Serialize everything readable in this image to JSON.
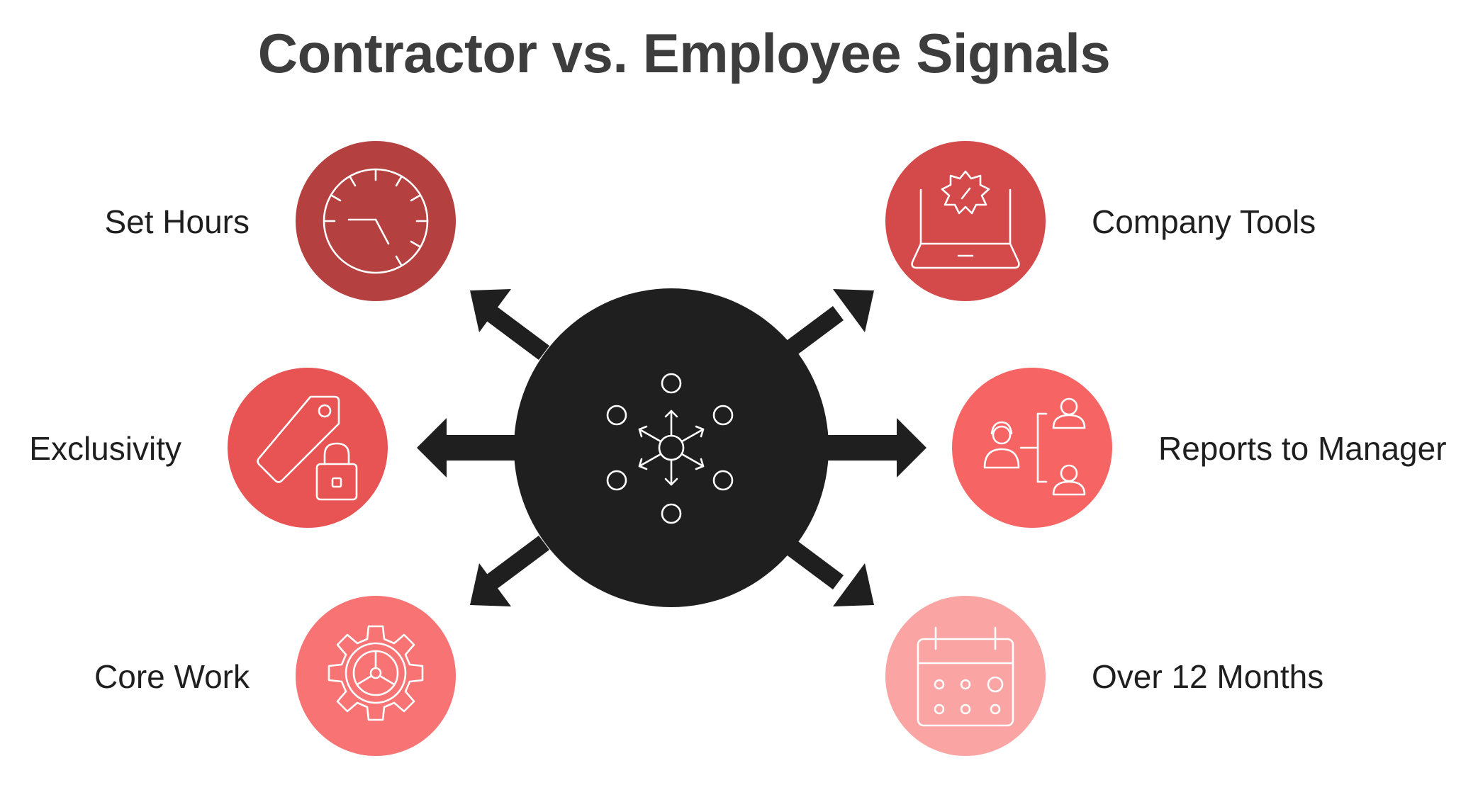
{
  "title": "Contractor vs. Employee Signals",
  "colors": {
    "hub": "#1f1f1f",
    "arrow": "#1f1f1f",
    "set_hours": "#b54040",
    "exclusivity": "#e85454",
    "core_work": "#f87474",
    "company_tools": "#d44a4a",
    "reports_to_manager": "#f66464",
    "over_12_months": "#fba4a4",
    "icon_stroke": "#ffffff"
  },
  "left": [
    {
      "key": "set_hours",
      "label": "Set Hours",
      "icon": "clock-icon"
    },
    {
      "key": "exclusivity",
      "label": "Exclusivity",
      "icon": "tag-lock-icon"
    },
    {
      "key": "core_work",
      "label": "Core Work",
      "icon": "gear-icon"
    }
  ],
  "right": [
    {
      "key": "company_tools",
      "label": "Company Tools",
      "icon": "laptop-gear-icon"
    },
    {
      "key": "reports_to_manager",
      "label": "Reports to Manager",
      "icon": "org-chart-icon"
    },
    {
      "key": "over_12_months",
      "label": "Over 12 Months",
      "icon": "calendar-icon"
    }
  ],
  "hub": {
    "icon": "network-hub-icon"
  }
}
